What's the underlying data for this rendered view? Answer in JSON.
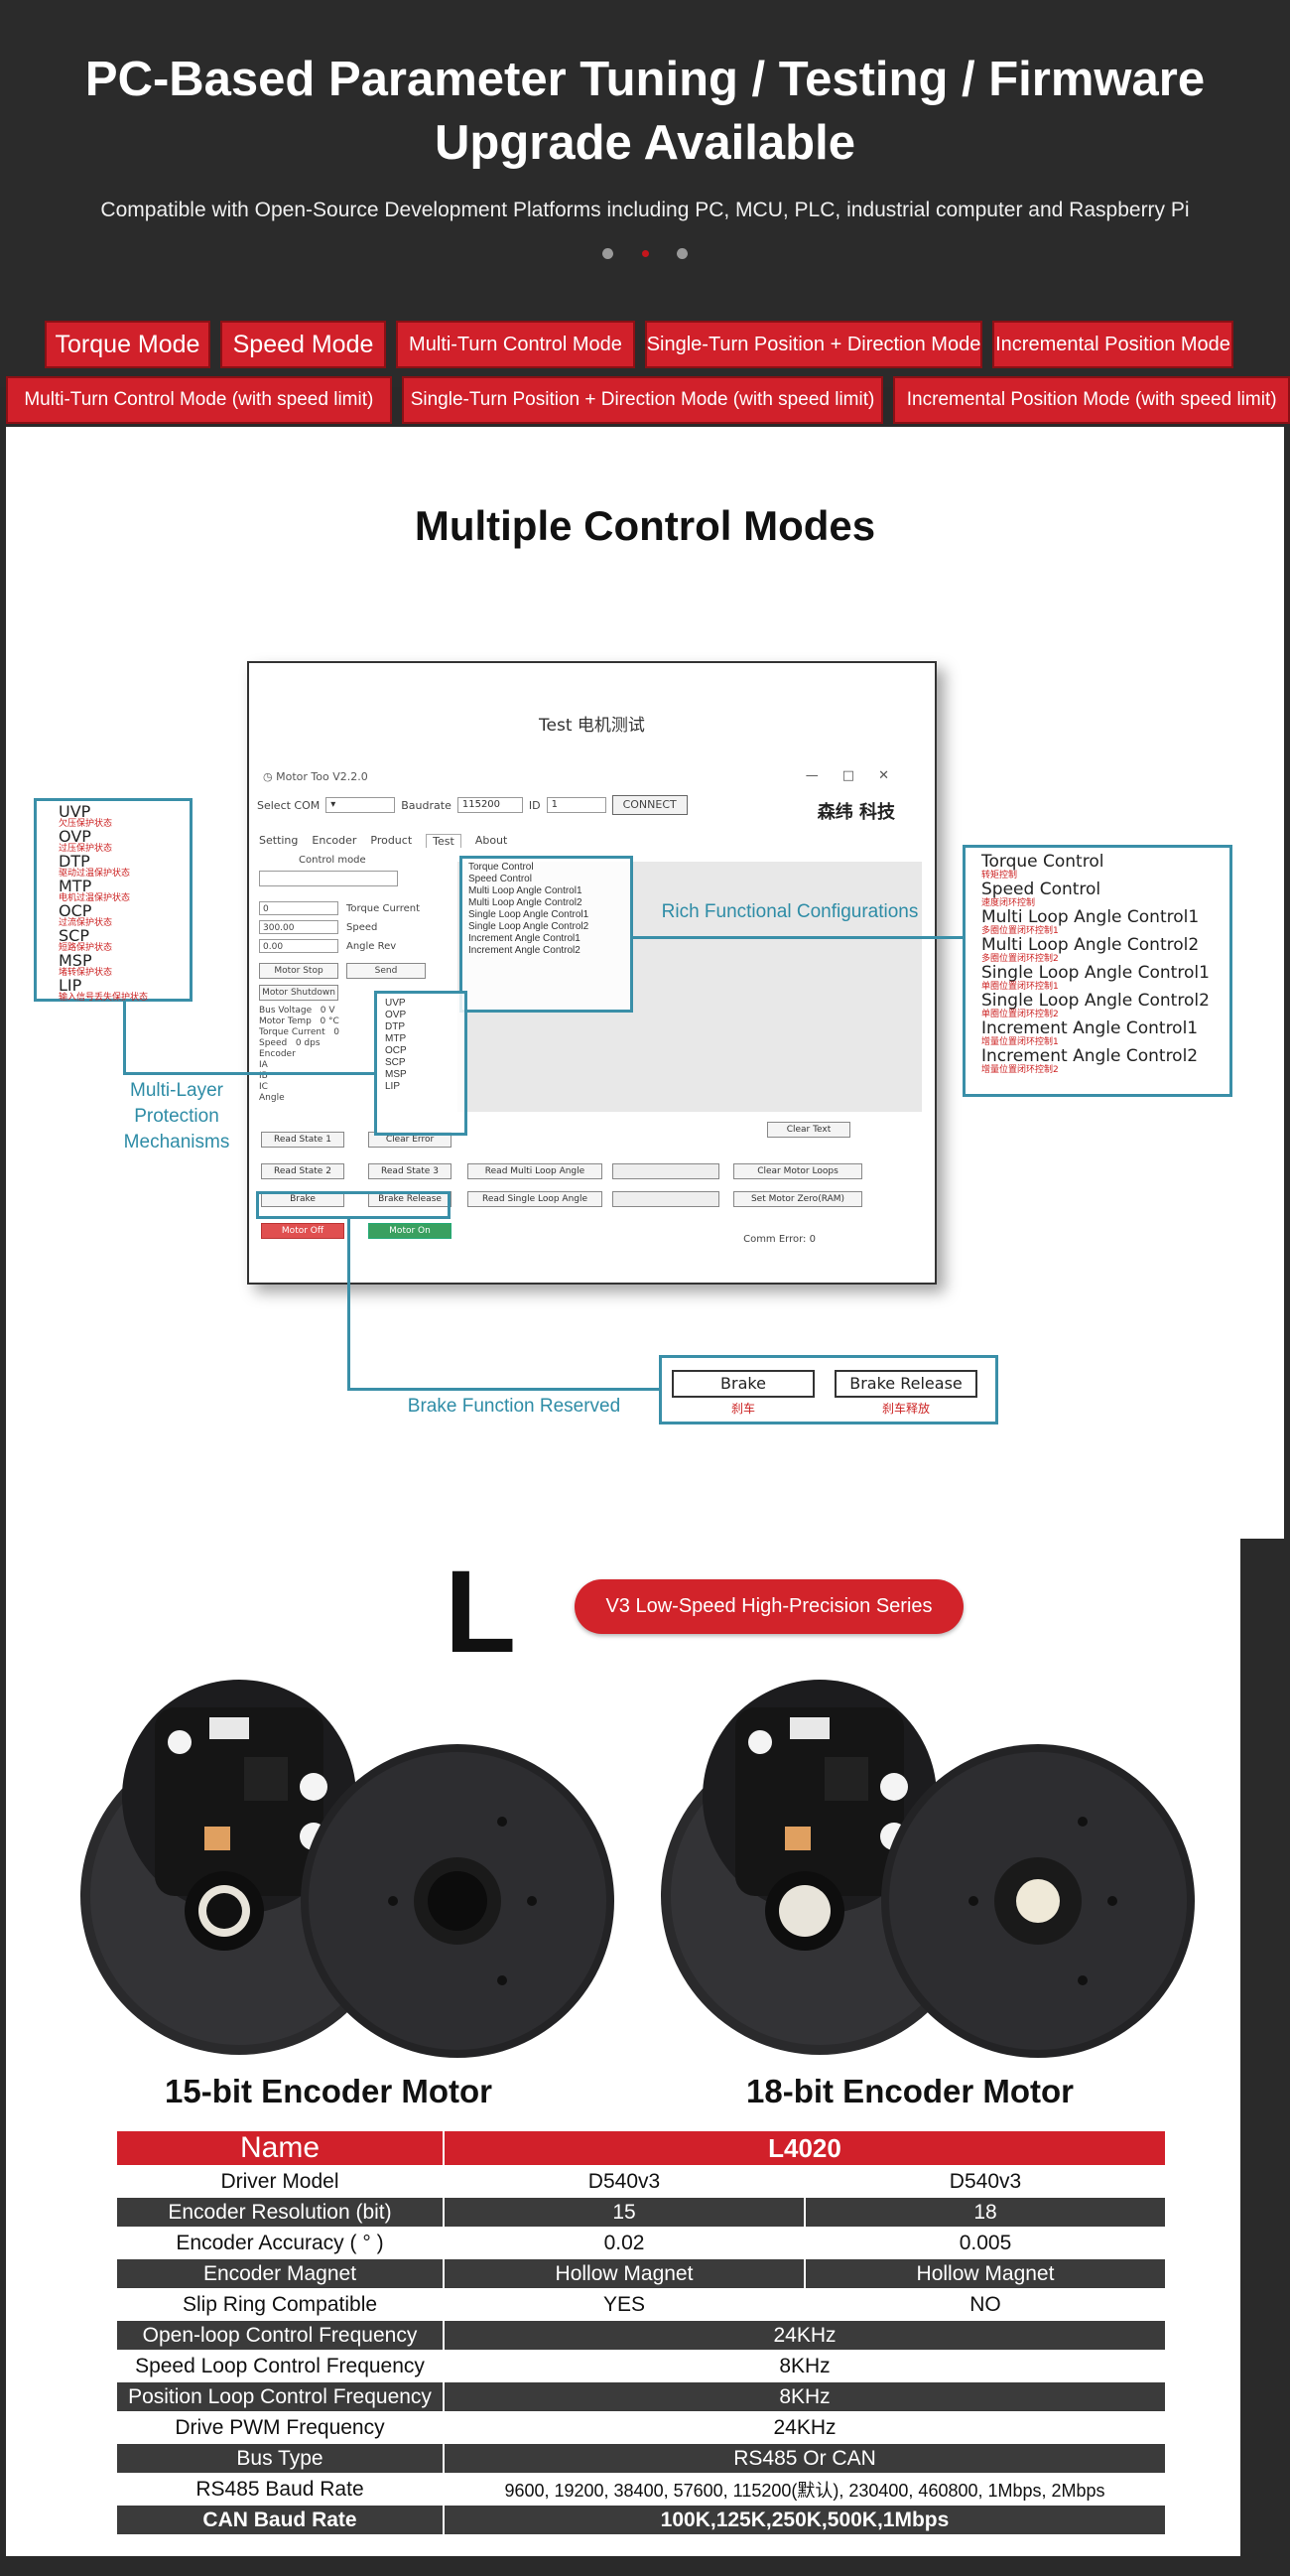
{
  "header": {
    "title": "PC-Based Parameter Tuning / Testing / Firmware Upgrade Available",
    "subtitle": "Compatible with Open-Source Development Platforms including PC, MCU, PLC, industrial computer and Raspberry Pi",
    "carousel_active_index": 2,
    "carousel_count": 3
  },
  "mode_tabs_row1": [
    "Torque Mode",
    "Speed Mode",
    "Multi-Turn Control Mode",
    "Single-Turn Position + Direction Mode",
    "Incremental Position Mode"
  ],
  "mode_tabs_row2": [
    "Multi-Turn Control Mode (with speed limit)",
    "Single-Turn Position + Direction Mode (with speed limit)",
    "Incremental Position Mode (with speed limit)"
  ],
  "control_panel": {
    "title": "Multiple Control Modes",
    "window": {
      "title": "Test 电机测试",
      "app_name": "Motor Too V2.2.0",
      "select_com_label": "Select COM",
      "baudrate_label": "Baudrate",
      "baudrate_value": "115200",
      "id_label": "ID",
      "id_value": "1",
      "connect_label": "CONNECT",
      "logo": "森纬 科技",
      "tabs": [
        "Setting",
        "Encoder",
        "Product",
        "Test",
        "About"
      ],
      "control_mode_label": "Control mode",
      "torque_label": "Torque Current",
      "speed_label": "Speed",
      "angle_label": "Angle",
      "rev_label": "Rev",
      "field_values": [
        "0",
        "300.00",
        "0.00"
      ],
      "motor_stop": "Motor Stop",
      "send": "Send",
      "motor_shutdown": "Motor Shutdown",
      "status_fields": [
        "Bus Voltage",
        "Motor Temp",
        "Torque Current",
        "Speed",
        "Encoder",
        "IA",
        "IB",
        "IC",
        "Angle"
      ],
      "status_values": [
        "0 V",
        "0 °C",
        "0",
        "0 dps"
      ],
      "read_state_1": "Read State 1",
      "clear_error": "Clear Error",
      "read_state_2": "Read State 2",
      "read_state_3": "Read State 3",
      "read_multi_loop": "Read Multi Loop Angle",
      "read_single_loop": "Read Single Loop Angle",
      "clear_text": "Clear Text",
      "clear_motor_loops": "Clear Motor Loops",
      "set_motor_zero": "Set Motor Zero(RAM)",
      "brake": "Brake",
      "brake_release": "Brake Release",
      "motor_off": "Motor Off",
      "motor_on": "Motor On",
      "comm_error": "Comm Error:",
      "comm_error_value": "0"
    },
    "protection_items": [
      "UVP",
      "OVP",
      "DTP",
      "MTP",
      "OCP",
      "SCP",
      "MSP",
      "LIP"
    ],
    "protection_subs": [
      "欠压保护状态",
      "过压保护状态",
      "驱动过温保护状态",
      "电机过温保护状态",
      "过流保护状态",
      "短路保护状态",
      "堵转保护状态",
      "输入信号丢失保护状态"
    ],
    "control_items": [
      "Torque Control",
      "Speed Control",
      "Multi Loop Angle Control1",
      "Multi Loop Angle Control2",
      "Single Loop Angle Control1",
      "Single Loop Angle Control2",
      "Increment Angle Control1",
      "Increment Angle Control2"
    ],
    "control_subs": [
      "转矩控制",
      "速度闭环控制",
      "多圈位置闭环控制1",
      "多圈位置闭环控制2",
      "单圈位置闭环控制1",
      "单圈位置闭环控制2",
      "增量位置闭环控制1",
      "增量位置闭环控制2"
    ],
    "annotations": {
      "rich": "Rich Functional Configurations",
      "protection": "Multi-Layer Protection Mechanisms",
      "brake": "Brake Function Reserved"
    },
    "brake_box": {
      "brake": "Brake",
      "brake_sub": "刹车",
      "release": "Brake Release",
      "release_sub": "刹车释放"
    }
  },
  "product": {
    "letter": "L",
    "series": "V3 Low-Speed High-Precision Series",
    "caption_left": "15-bit Encoder Motor",
    "caption_right": "18-bit Encoder Motor",
    "spec_head": {
      "name": "Name",
      "value": "L4020"
    },
    "spec_rows": [
      {
        "name": "Driver Model",
        "a": "D540v3",
        "b": "D540v3"
      },
      {
        "name": "Encoder Resolution (bit)",
        "a": "15",
        "b": "18"
      },
      {
        "name": "Encoder Accuracy ( ° )",
        "a": "0.02",
        "b": "0.005"
      },
      {
        "name": "Encoder Magnet",
        "a": "Hollow Magnet",
        "b": "Hollow Magnet"
      },
      {
        "name": "Slip Ring Compatible",
        "a": "YES",
        "b": "NO"
      }
    ],
    "spec_merged": [
      {
        "name": "Open-loop Control Frequency",
        "v": "24KHz"
      },
      {
        "name": "Speed Loop Control Frequency",
        "v": "8KHz"
      },
      {
        "name": "Position Loop Control Frequency",
        "v": "8KHz"
      },
      {
        "name": "Drive PWM Frequency",
        "v": "24KHz"
      },
      {
        "name": "Bus Type",
        "v": "RS485 Or CAN"
      },
      {
        "name": "RS485 Baud Rate",
        "v": "9600, 19200, 38400, 57600, 115200(默认), 230400, 460800, 1Mbps, 2Mbps"
      },
      {
        "name": "CAN Baud Rate",
        "v": "100K,125K,250K,500K,1Mbps"
      }
    ]
  },
  "colors": {
    "accent_red": "#d1202a",
    "callout_teal": "#3a8fa8",
    "dark_bg": "#2b2b2b"
  }
}
